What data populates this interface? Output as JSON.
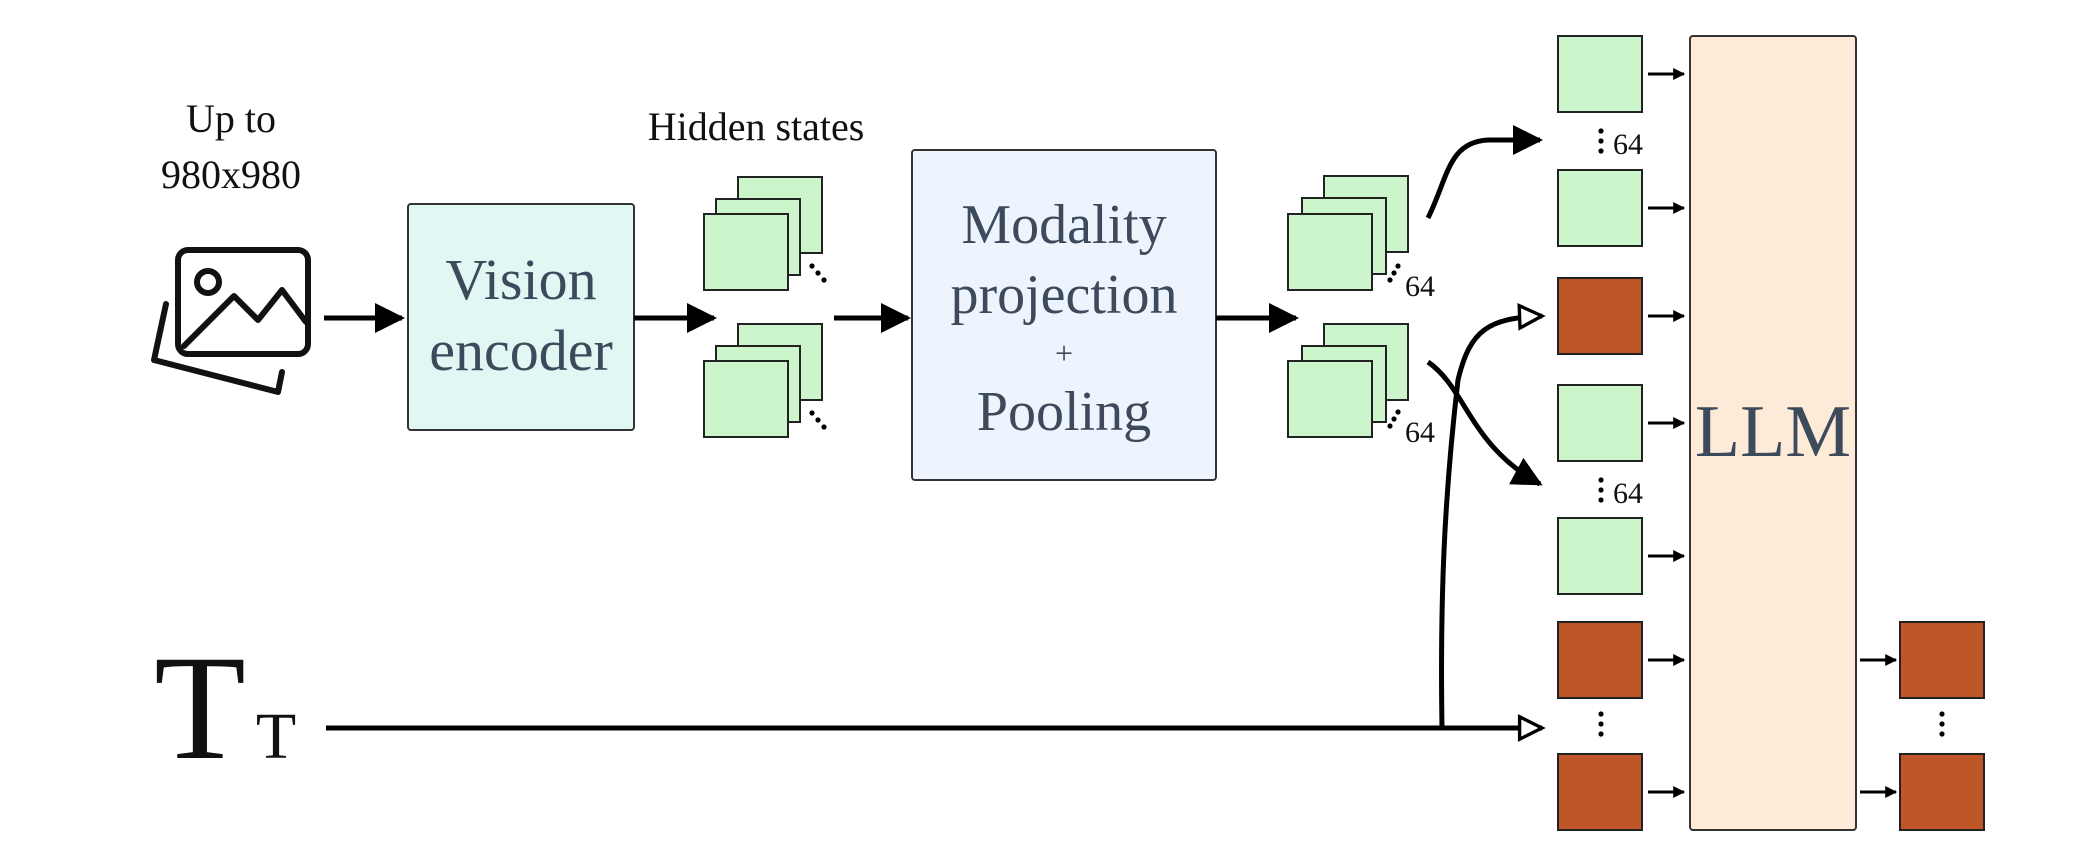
{
  "input": {
    "size_label_line1": "Up to",
    "size_label_line2": "980x980",
    "image_icon": "image-icon"
  },
  "vision_encoder": {
    "line1": "Vision",
    "line2": "encoder"
  },
  "hidden_states": {
    "label": "Hidden states"
  },
  "projection": {
    "line1": "Modality",
    "line2": "projection",
    "line3": "+",
    "line4": "Pooling"
  },
  "pooled": {
    "count_a": "64",
    "count_b": "64"
  },
  "sequence": {
    "count_a": "64",
    "count_b": "64"
  },
  "llm": {
    "label": "LLM"
  },
  "text_input": {
    "icon_big": "T",
    "icon_small": "T",
    "icon": "text-icon"
  },
  "colors": {
    "vision_encoder_fill": "#e0f7f4",
    "projection_fill": "#eef4fd",
    "token_green": "#cdf5cc",
    "token_text": "#bf5627",
    "llm_fill": "#fdebd8",
    "stroke": "#333333"
  }
}
